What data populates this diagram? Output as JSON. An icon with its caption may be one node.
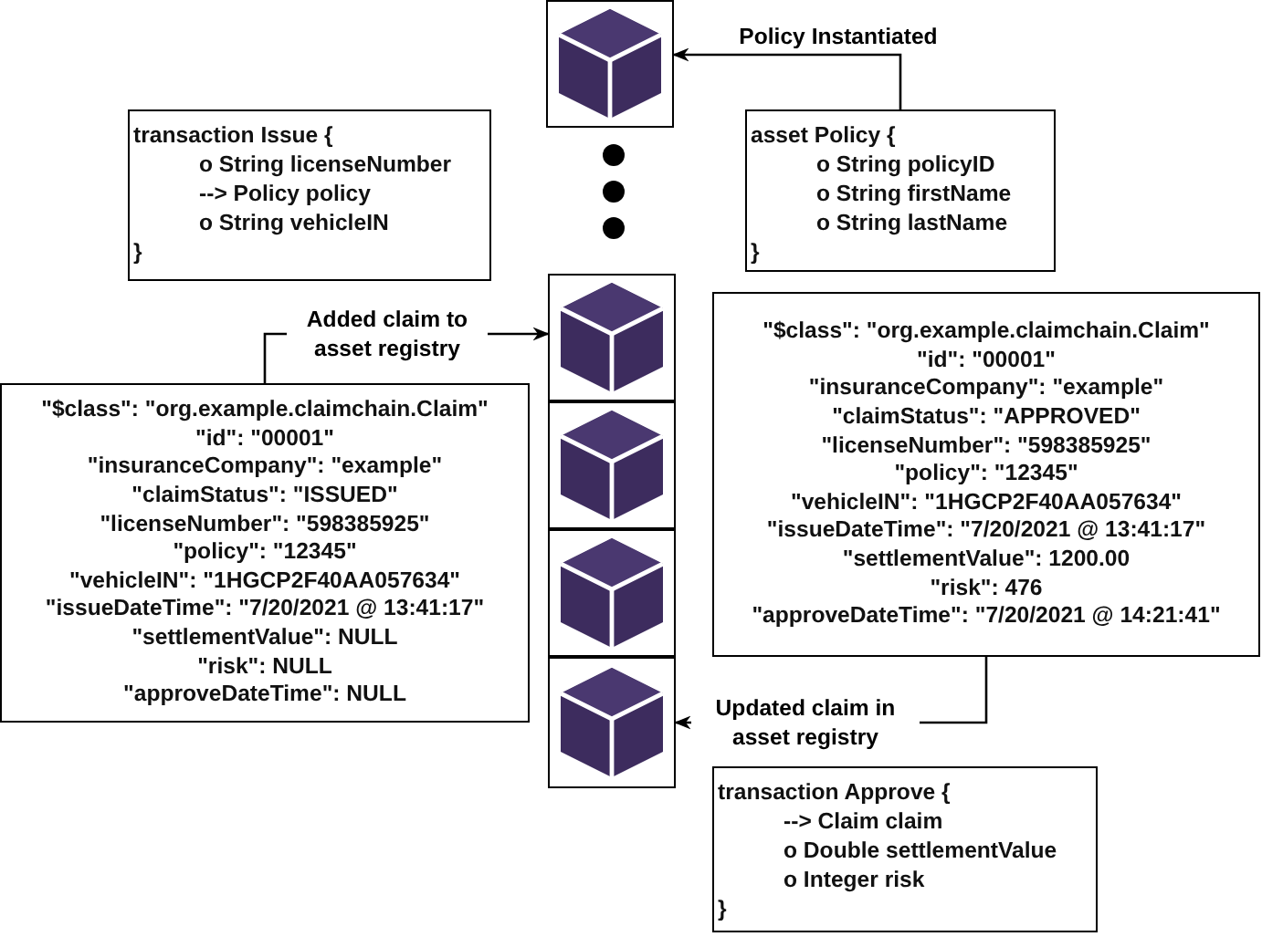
{
  "diagram": {
    "nodes": [
      {
        "text": [],
        "shape": "picture"
      },
      {
        "text": [
          "transaction Issue {",
          "o String licenseNumber",
          "--> Policy policy",
          "o String vehicleIN",
          "}"
        ]
      },
      {
        "text": [
          "asset Policy {",
          "o String policyID",
          "o String firstName",
          "o String lastName",
          "}"
        ]
      },
      {
        "text": [],
        "shape": "picture"
      },
      {
        "text": [],
        "shape": "picture"
      },
      {
        "text": [],
        "shape": "picture"
      },
      {
        "text": [],
        "shape": "picture"
      },
      {
        "text": [
          "\"$class\": \"org.example.claimchain.Claim\"",
          "\"id\": \"00001\"",
          "\"insuranceCompany\": \"example\"",
          "\"claimStatus\": \"ISSUED\"",
          "\"licenseNumber\": \"598385925\"",
          "\"policy\": \"12345\"",
          "\"vehicleIN\": \"1HGCP2F40AA057634\"",
          "\"issueDateTime\": \"7/20/2021 @ 13:41:17\"",
          "\"settlementValue\": NULL",
          "\"risk\": NULL",
          "\"approveDateTime\": NULL"
        ]
      },
      {
        "text": [
          "\"$class\": \"org.example.claimchain.Claim\"",
          "\"id\": \"00001\"",
          "\"insuranceCompany\": \"example\"",
          "\"claimStatus\": \"APPROVED\"",
          "\"licenseNumber\": \"598385925\"",
          "\"policy\": \"12345\"",
          "\"vehicleIN\": \"1HGCP2F40AA057634\"",
          "\"issueDateTime\": \"7/20/2021 @ 13:41:17\"",
          "\"settlementValue\": 1200.00",
          "\"risk\": 476",
          "\"approveDateTime\": \"7/20/2021 @ 14:21:41\""
        ]
      },
      {
        "text": [
          "transaction Approve {",
          "--> Claim claim",
          "o Double settlementValue",
          "o Integer risk",
          "}"
        ]
      }
    ],
    "edges": [
      {
        "from": 2,
        "to": 0,
        "arrow": "to",
        "label": "Policy Instantiated"
      },
      {
        "from": 7,
        "to": 3,
        "arrow": "to",
        "label": "Added claim to asset registry"
      },
      {
        "from": 8,
        "to": 6,
        "arrow": "to",
        "label": "Updated claim in asset registry"
      }
    ]
  }
}
